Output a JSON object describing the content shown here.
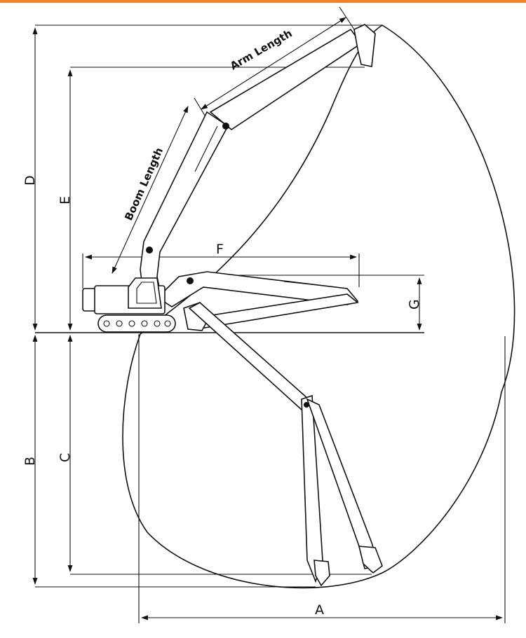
{
  "colors": {
    "accent_bar": "#f58220",
    "line": "#111111",
    "fill": "#ffffff"
  },
  "labels": {
    "arm_length": "Arm Length",
    "boom_length": "Boom Length",
    "A": "A",
    "B": "B",
    "C": "C",
    "D": "D",
    "E": "E",
    "F": "F",
    "G": "G"
  }
}
